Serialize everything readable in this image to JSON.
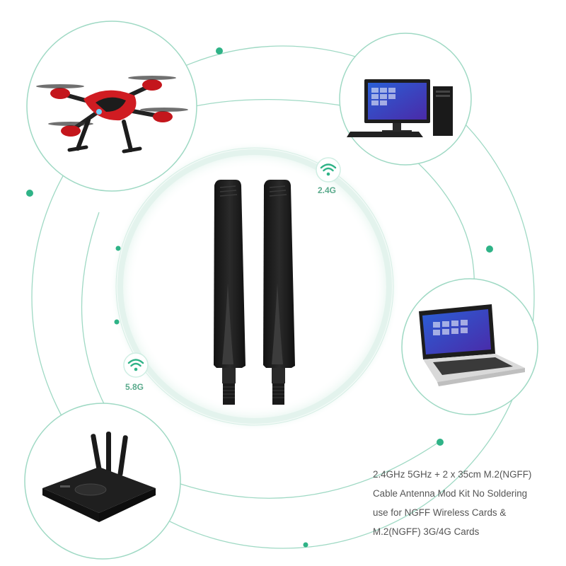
{
  "labels": {
    "band_24": "2.4G",
    "band_58": "5.8G"
  },
  "caption": {
    "lines": [
      "2.4GHz 5GHz + 2 x 35cm M.2(NGFF)",
      "Cable Antenna Mod Kit No Soldering",
      "use for NGFF Wireless Cards &",
      "M.2(NGFF) 3G/4G Cards"
    ]
  },
  "icons": {
    "wifi_24": "wifi-icon",
    "wifi_58": "wifi-icon"
  },
  "colors": {
    "accent": "#2fb387",
    "line": "#9fd9c4",
    "ring": "#eaf6f1",
    "text": "#555555",
    "antenna": "#1c1c1c"
  }
}
